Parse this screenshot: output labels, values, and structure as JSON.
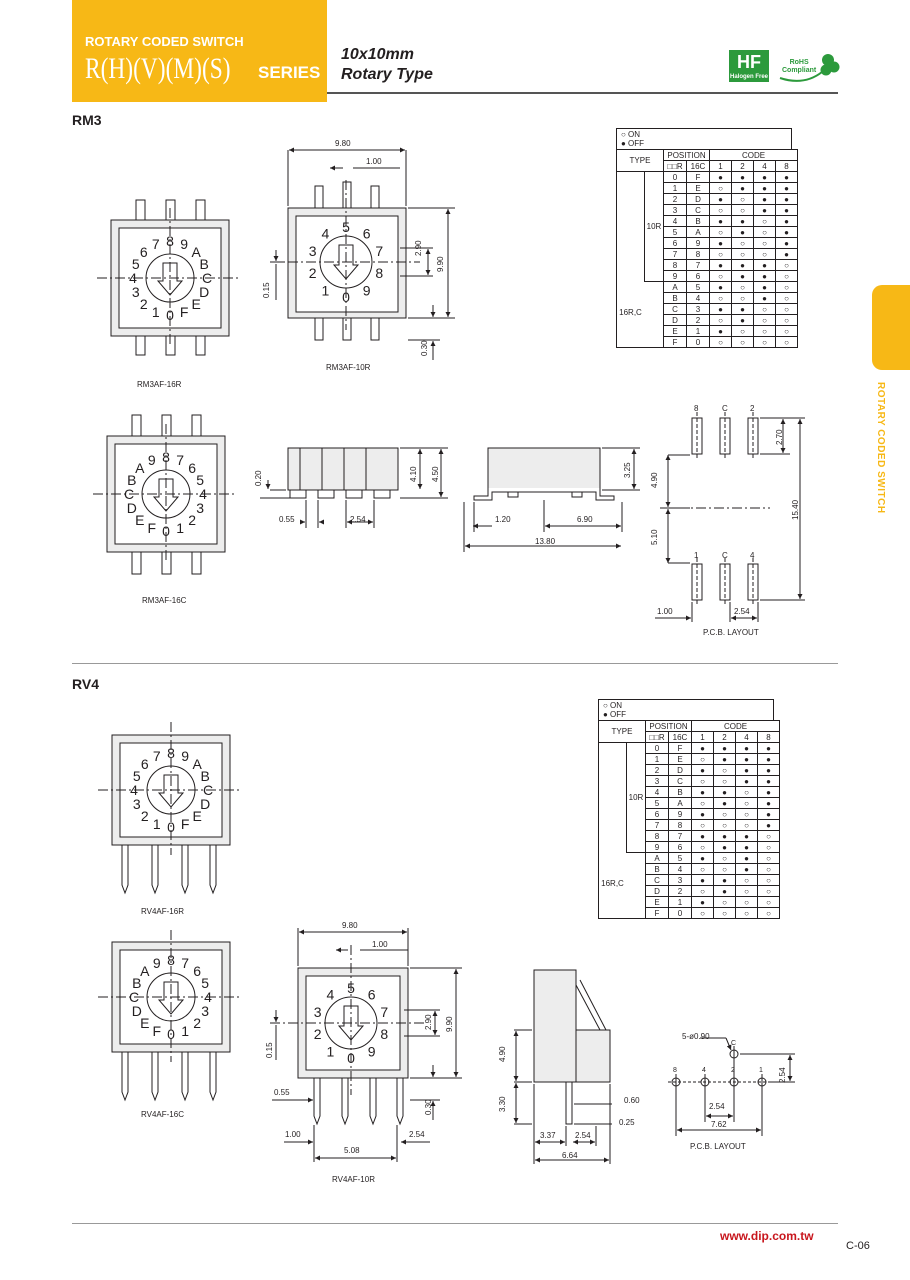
{
  "header": {
    "category": "ROTARY CODED SWITCH",
    "series_name": "R(H)(V)(M)(S)",
    "series_word": "SERIES",
    "size": "10x10mm",
    "type": "Rotary Type",
    "logo_hf": "HF",
    "logo_hf_sub": "Halogen Free",
    "logo_rohs": "RoHS\nCompliant"
  },
  "side_tab": {
    "label": "ROTARY CODED SWITCH"
  },
  "sections": {
    "rm3": {
      "title": "RM3",
      "labels": {
        "rm3af_16r": "RM3AF-16R",
        "rm3af_10r": "RM3AF-10R",
        "rm3af_16c": "RM3AF-16C",
        "pcb_layout": "P.C.B. LAYOUT"
      },
      "dims": {
        "w980": "9.80",
        "w100": "1.00",
        "h290": "2.90",
        "h990": "9.90",
        "h015": "0.15",
        "h030": "0.30",
        "h020": "0.20",
        "h410": "4.10",
        "h450": "4.50",
        "w055": "0.55",
        "w254": "2.54",
        "h325": "3.25",
        "w120": "1.20",
        "w690": "6.90",
        "w1380": "13.80",
        "p270": "2.70",
        "p490": "4.90",
        "p510": "5.10",
        "p1540": "15.40",
        "p100": "1.00",
        "p254": "2.54",
        "pin8": "8",
        "pinC": "C",
        "pin2": "2",
        "pin1": "1",
        "pinC2": "C",
        "pin4": "4"
      }
    },
    "rv4": {
      "title": "RV4",
      "labels": {
        "rv4af_16r": "RV4AF-16R",
        "rv4af_16c": "RV4AF-16C",
        "rv4af_10r": "RV4AF-10R",
        "pcb_layout": "P.C.B. LAYOUT"
      },
      "dims": {
        "w980": "9.80",
        "w100": "1.00",
        "h290": "2.90",
        "h990": "9.90",
        "h015": "0.15",
        "h030": "0.30",
        "w055": "0.55",
        "w100b": "1.00",
        "w508": "5.08",
        "w254": "2.54",
        "s490": "4.90",
        "s330": "3.30",
        "s060": "0.60",
        "s025": "0.25",
        "s337": "3.37",
        "s254": "2.54",
        "s664": "6.64",
        "holes": "5-ø0.90",
        "p254v": "2.54",
        "p254h": "2.54",
        "p762": "7.62",
        "pin8": "8",
        "pin4": "4",
        "pin2": "2",
        "pin1": "1",
        "pinC": "C"
      }
    }
  },
  "code_table": {
    "legend_on": "○ ON",
    "legend_off": "● OFF",
    "h_type": "TYPE",
    "h_position": "POSITION",
    "h_code": "CODE",
    "h_10r": "□□R",
    "h_16c": "16C",
    "h_bits": [
      "1",
      "2",
      "4",
      "8"
    ],
    "grp_10r": "10R",
    "grp_16rc": "16R,C",
    "rows": [
      {
        "r": "0",
        "c": "F",
        "b": [
          "●",
          "●",
          "●",
          "●"
        ]
      },
      {
        "r": "1",
        "c": "E",
        "b": [
          "○",
          "●",
          "●",
          "●"
        ]
      },
      {
        "r": "2",
        "c": "D",
        "b": [
          "●",
          "○",
          "●",
          "●"
        ]
      },
      {
        "r": "3",
        "c": "C",
        "b": [
          "○",
          "○",
          "●",
          "●"
        ]
      },
      {
        "r": "4",
        "c": "B",
        "b": [
          "●",
          "●",
          "○",
          "●"
        ]
      },
      {
        "r": "5",
        "c": "A",
        "b": [
          "○",
          "●",
          "○",
          "●"
        ]
      },
      {
        "r": "6",
        "c": "9",
        "b": [
          "●",
          "○",
          "○",
          "●"
        ]
      },
      {
        "r": "7",
        "c": "8",
        "b": [
          "○",
          "○",
          "○",
          "●"
        ]
      },
      {
        "r": "8",
        "c": "7",
        "b": [
          "●",
          "●",
          "●",
          "○"
        ]
      },
      {
        "r": "9",
        "c": "6",
        "b": [
          "○",
          "●",
          "●",
          "○"
        ]
      },
      {
        "r": "A",
        "c": "5",
        "b": [
          "●",
          "○",
          "●",
          "○"
        ]
      },
      {
        "r": "B",
        "c": "4",
        "b": [
          "○",
          "○",
          "●",
          "○"
        ]
      },
      {
        "r": "C",
        "c": "3",
        "b": [
          "●",
          "●",
          "○",
          "○"
        ]
      },
      {
        "r": "D",
        "c": "2",
        "b": [
          "○",
          "●",
          "○",
          "○"
        ]
      },
      {
        "r": "E",
        "c": "1",
        "b": [
          "●",
          "○",
          "○",
          "○"
        ]
      },
      {
        "r": "F",
        "c": "0",
        "b": [
          "○",
          "○",
          "○",
          "○"
        ]
      }
    ]
  },
  "dial": {
    "chars_16r": "0 1 2 3 4 5 6 7 8 9 A B C D E F",
    "chars_16c": "0 1 2 3 4 5 6 7 8 9 A B C D E F",
    "chars_10r": "0 1 2 3 4 5 6 7 8 9"
  },
  "footer": {
    "website": "www.dip.com.tw",
    "page": "C-06"
  },
  "colors": {
    "accent": "#f7b816",
    "link": "#c8161d",
    "hf_green": "#2c9a3c"
  }
}
